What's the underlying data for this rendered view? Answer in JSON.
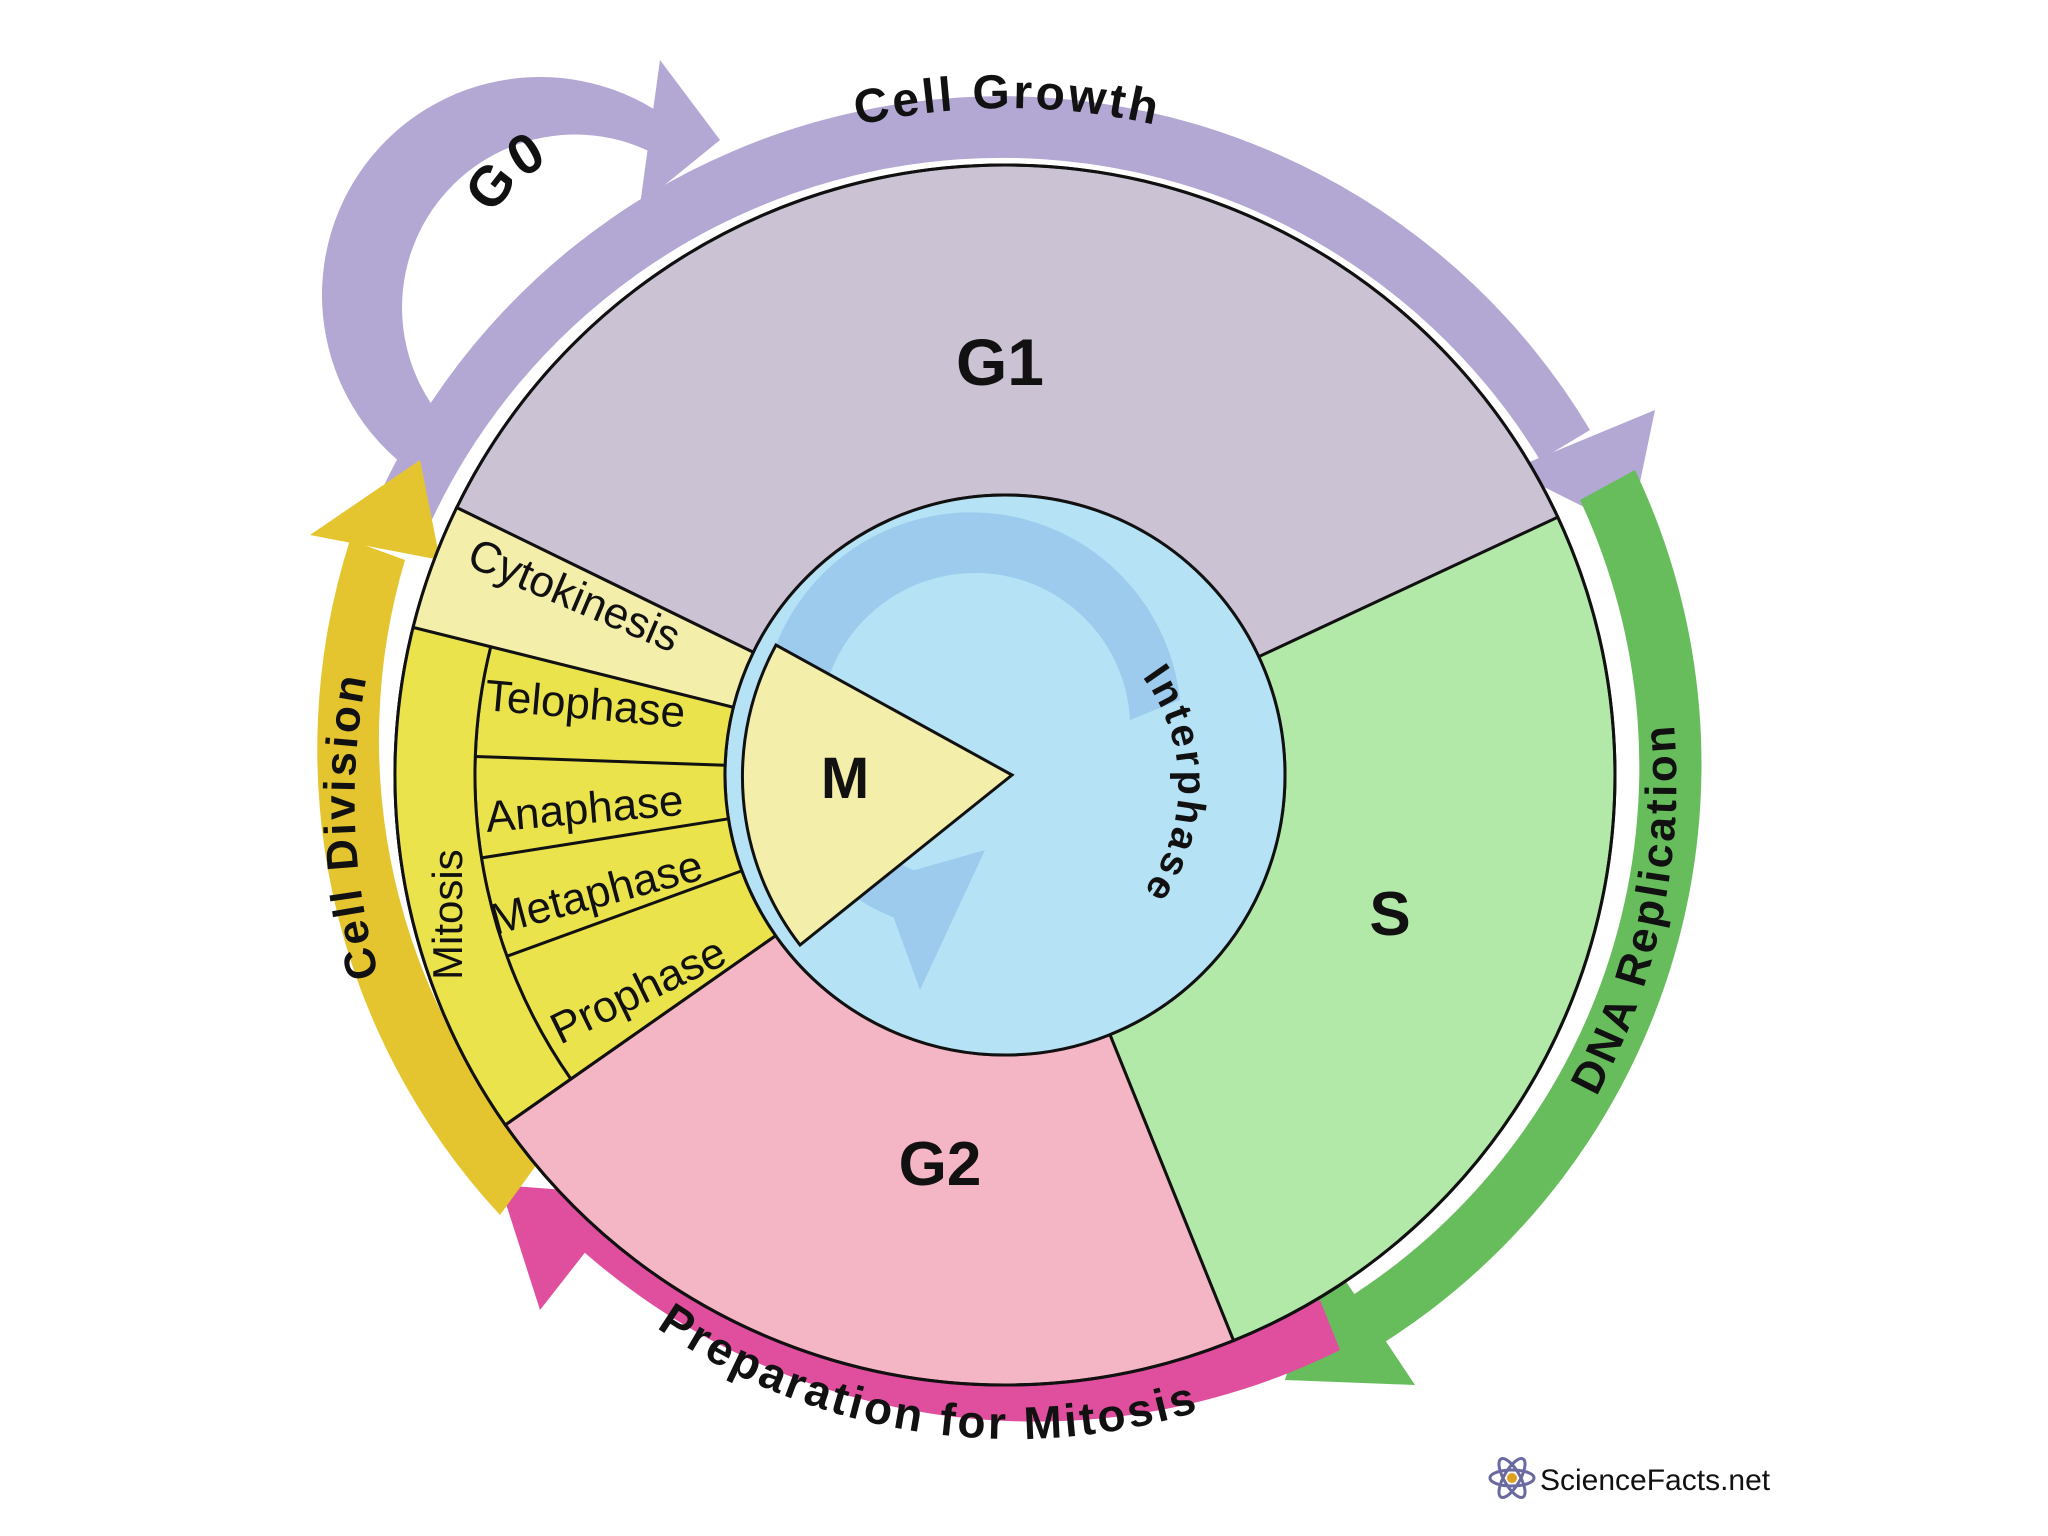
{
  "colors": {
    "g1": "#cbc2d3",
    "s": "#b2e8a8",
    "g2": "#f4b5c4",
    "m": "#f3eeaa",
    "mitosis_band": "#eae34c",
    "interphase_ring": "#b5e3f5",
    "interphase_arrow": "#9ccbee",
    "cell_growth_arrow": "#b3a7d3",
    "dna_replication_arrow": "#67bd5c",
    "preparation_arrow": "#df4f9e",
    "cell_division_arrow": "#e4c530",
    "outline": "#111111"
  },
  "phases": {
    "g1": "G1",
    "s": "S",
    "g2": "G2",
    "m": "M",
    "g0": "G0"
  },
  "interphase_label": "Interphase",
  "mitosis": {
    "label": "Mitosis",
    "stages": [
      "Telophase",
      "Anaphase",
      "Metaphase",
      "Prophase"
    ],
    "cytokinesis": "Cytokinesis"
  },
  "arrows": {
    "cell_growth": "Cell Growth",
    "dna_replication": "DNA Replication",
    "preparation": "Preparation for Mitosis",
    "cell_division": "Cell Division"
  },
  "watermark": "ScienceFacts.net"
}
